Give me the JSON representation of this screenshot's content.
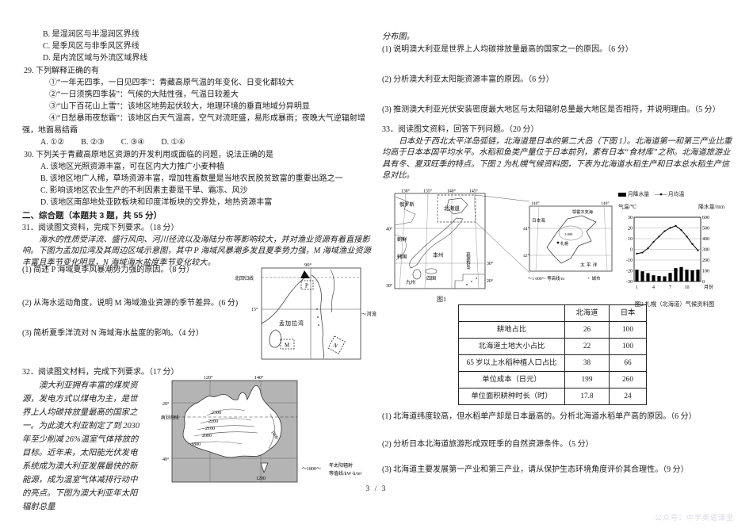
{
  "page": {
    "footer": "3 / 3",
    "watermark": "公众号：中学英语课堂"
  },
  "left": {
    "q28_options": [
      "B. 是湿润区与半湿润区界线",
      "C. 是季风区与非季风区界线",
      "D. 是内流区域与外流区域界线"
    ],
    "q29": {
      "stem": "29. 下列解释正确的有",
      "items": [
        "①“一年无四季，一日见四季”：青藏高原气温的年变化、日变化都较大",
        "②“一日须携四季装”：气候的大陆性强，气温日较差大",
        "③“山下百花山上雪”：该地区地势起伏较大，地理环境的垂直地域分异明显",
        "④“日愁暴雨夜愁霜”：该地区白天气温高，空气对流旺盛，易形成暴雨；夜晚大气逆辐射增强，地面易结霜"
      ],
      "choices": [
        "A. ①②",
        "B. ②③",
        "C. ③④",
        "D. ①④"
      ]
    },
    "q30": {
      "stem": "30. 下列关于青藏高原地区资源的开发利用或面临的问题，说法正确的是",
      "options": [
        "A. 该地区光照资源丰富，可在区内大力推广小麦种植",
        "B. 该地区地广人稀，草场资源丰富，增加牲畜数量是当地农民脱贫致富的重要出路之一",
        "C. 影响该地区农业生产的不利因素主要是干旱、霜冻、风沙",
        "D. 该地区南部地处亚欧板块和印度洋板块的交界处，地热资源丰富"
      ]
    },
    "section": "二、综合题（本题共 3 题，共 55 分）",
    "q31": {
      "title": "31．阅读图文资料，完成下列要求。（18 分）",
      "material": "海水的性质受洋流、盛行风向、河川径流以及海陆分布等影响较大，并对渔业资源有着直接影响。下图为孟加拉湾及其周边区域示意图，其中 P 海域风暴潮多发且夏季势力强，M 海域渔业资源丰富且季节变化明显，N 海域海水盐度季节变化较大。",
      "subs": [
        "(1) 简述 P 海域夏季风暴潮势力强的原因。（8 分）",
        "(2) 从海水运动角度，说明 M 海域渔业资源的季节差异。(6 分)",
        "(3) 简析夏季洋流对 N 海域海水盐度的影响。（4 分）"
      ],
      "map": {
        "tropic": "北回归线",
        "lon": "90°",
        "lat": "15°",
        "bay": "孟加拉湾",
        "p": "P",
        "m": "M",
        "n": "N",
        "river": "～河流"
      }
    },
    "q32": {
      "title": "32．阅读图文材料，完成下列要求。（17 分）",
      "material": "澳大利亚拥有丰富的煤炭资源，发电方式以煤电为主，是世界上人均碳排放量最高的国家之一。为此澳大利亚制定了到 2030 年至少削减 26%温室气体排放的目标。近年来，太阳能光伏发电系统成为澳大利亚发展最快的新能源，成为温室气体减排行动中的亮点。下图为澳大利亚年太阳辐射总量",
      "map": {
        "lon_w": "120°",
        "lon_e": "140°",
        "lat_n": "20°",
        "lat_s": "40°",
        "tropic": "南回归线",
        "c2300": "2300",
        "c2200": "2200",
        "c2100": "2100",
        "c2000": "2000",
        "c1800l": "1800",
        "c1800r": "1800",
        "c1200": "1200",
        "legend_value": "～1800～",
        "legend_l1": "年太阳辐射",
        "legend_l2": "等值线/kW·h/m²"
      }
    }
  },
  "right": {
    "q32_cont": "分布图。",
    "q32_subs": [
      "(1) 说明澳大利亚是世界上人均碳排放量最高的国家之一的原因。（6 分）",
      "(2) 分析澳大利亚太阳能资源丰富的原因。（6 分）",
      "(3) 推测澳大利亚光伏安装密度最大地区与太阳辐射总量最大地区是否相符，并说明理由。（5 分）"
    ],
    "q33": {
      "title": "33．阅读图文资料，回答下列问题。（20 分）",
      "material": "日本处于西北太平洋岛弧链，北海道是日本的第二大岛（下图 1）。北海道第一和第三产业比重均高于日本本国平均水平。水稻和鱼类产量位于日本前列，素有日本“食材库”之称。北海道旅游业具有冬、夏双旺季的特点。下图 2 为札幌气候资料图，下表为北海道水稻生产和日本总水稻生产信息对比。",
      "fig1": {
        "caption": "图1",
        "lons": [
          "130°",
          "135°",
          "140°",
          "145°"
        ],
        "lat_40": "40°",
        "lat_30l": "30°",
        "lat_30r": "30°",
        "lat_20": "20°",
        "russia": "俄罗斯",
        "nkorea": "朝鲜",
        "skorea": "韩国",
        "hokkaido": "北海道",
        "honshu": "本州",
        "shikoku": "四国",
        "kyushu": "九州",
        "ryukyu": "琉球群岛"
      },
      "inset": {
        "lon_w": "140°",
        "lon_e": "146°",
        "lat_n": "44°",
        "lat_s": "42°",
        "sea_japan": "日本海",
        "sea_okhotsk": "鄂霍次克海",
        "pacific": "太平洋",
        "city": "札幌",
        "contour": "1 000",
        "legend_contour": "～1 000～ 等高线/m",
        "legend_city": "・ 城市"
      },
      "fig2": {
        "caption": "图2 札幌（北海道）气候资料图",
        "legend_bar": "月降水量",
        "legend_line": "月均温",
        "axis_left": "气温/℃",
        "axis_right": "降水量/mm",
        "xlabel": "月份"
      },
      "table": {
        "headers": [
          "",
          "北海道",
          "日本"
        ],
        "rows": [
          [
            "耕地占比",
            "26",
            "100"
          ],
          [
            "北海道土地大小占比",
            "22",
            "100"
          ],
          [
            "65 岁以上水稻种植人口占比",
            "38",
            "66"
          ],
          [
            "单位成本（日元）",
            "199",
            "260"
          ],
          [
            "单位面积耕种时长（时）",
            "17.8",
            "24"
          ]
        ]
      },
      "subs": [
        "(1) 北海道纬度较高，但水稻单产却是日本最高的。分析北海道水稻单产高的原因。（6 分）",
        "(2) 分析日本北海道旅游形成双旺季的自然资源条件。（5 分）",
        "(3) 北海道主要发展第一产业和第三产业，请从保护生态环境角度评价其合理性。（9 分）"
      ]
    }
  },
  "chart_data": {
    "type": "bar",
    "title": "札幌（北海道）气候资料图",
    "months": [
      1,
      2,
      3,
      4,
      5,
      6,
      7,
      8,
      9,
      10,
      11,
      12
    ],
    "series": [
      {
        "name": "月降水量",
        "type": "bar",
        "axis": "right",
        "values": [
          110,
          95,
          78,
          58,
          52,
          48,
          80,
          125,
          135,
          110,
          105,
          110
        ]
      },
      {
        "name": "月均温",
        "type": "line",
        "axis": "left",
        "values": [
          -4,
          -3,
          1,
          7,
          12,
          17,
          20,
          22,
          18,
          12,
          5,
          -1
        ]
      }
    ],
    "left_axis": {
      "label": "气温/℃",
      "ticks": [
        30,
        20,
        10,
        0,
        -10,
        -20,
        -30
      ],
      "range": [
        -30,
        30
      ]
    },
    "right_axis": {
      "label": "降水量/mm",
      "ticks": [
        600,
        500,
        400,
        300,
        200,
        100,
        0
      ],
      "range": [
        0,
        600
      ]
    },
    "x_ticks": [
      "1",
      "4",
      "7",
      "10"
    ],
    "xlabel": "月份"
  }
}
